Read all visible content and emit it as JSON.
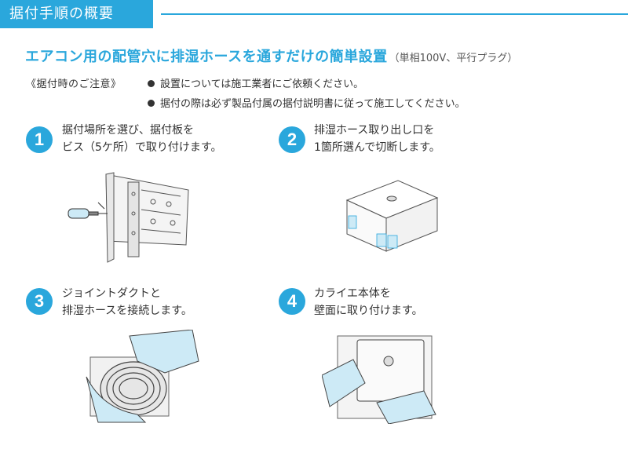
{
  "header": {
    "title": "据付手順の概要"
  },
  "headline": {
    "main": "エアコン用の配管穴に排湿ホースを通すだけの簡単設置",
    "sub": "（単相100V、平行プラグ）"
  },
  "notes": {
    "label": "《据付時のご注意》",
    "items": [
      "設置については施工業者にご依頼ください。",
      "据付の際は必ず製品付属の据付説明書に従って施工してください。"
    ]
  },
  "steps": [
    {
      "number": "1",
      "line1": "据付場所を選び、据付板を",
      "line2": "ビス（5ケ所）で取り付けます。"
    },
    {
      "number": "2",
      "line1": "排湿ホース取り出し口を",
      "line2": "1箇所選んで切断します。"
    },
    {
      "number": "3",
      "line1": "ジョイントダクトと",
      "line2": "排湿ホースを接続します。"
    },
    {
      "number": "4",
      "line1": "カライエ本体を",
      "line2": "壁面に取り付けます。"
    }
  ],
  "colors": {
    "accent": "#2aa7dc",
    "illustration_blue": "#cdeaf6"
  }
}
